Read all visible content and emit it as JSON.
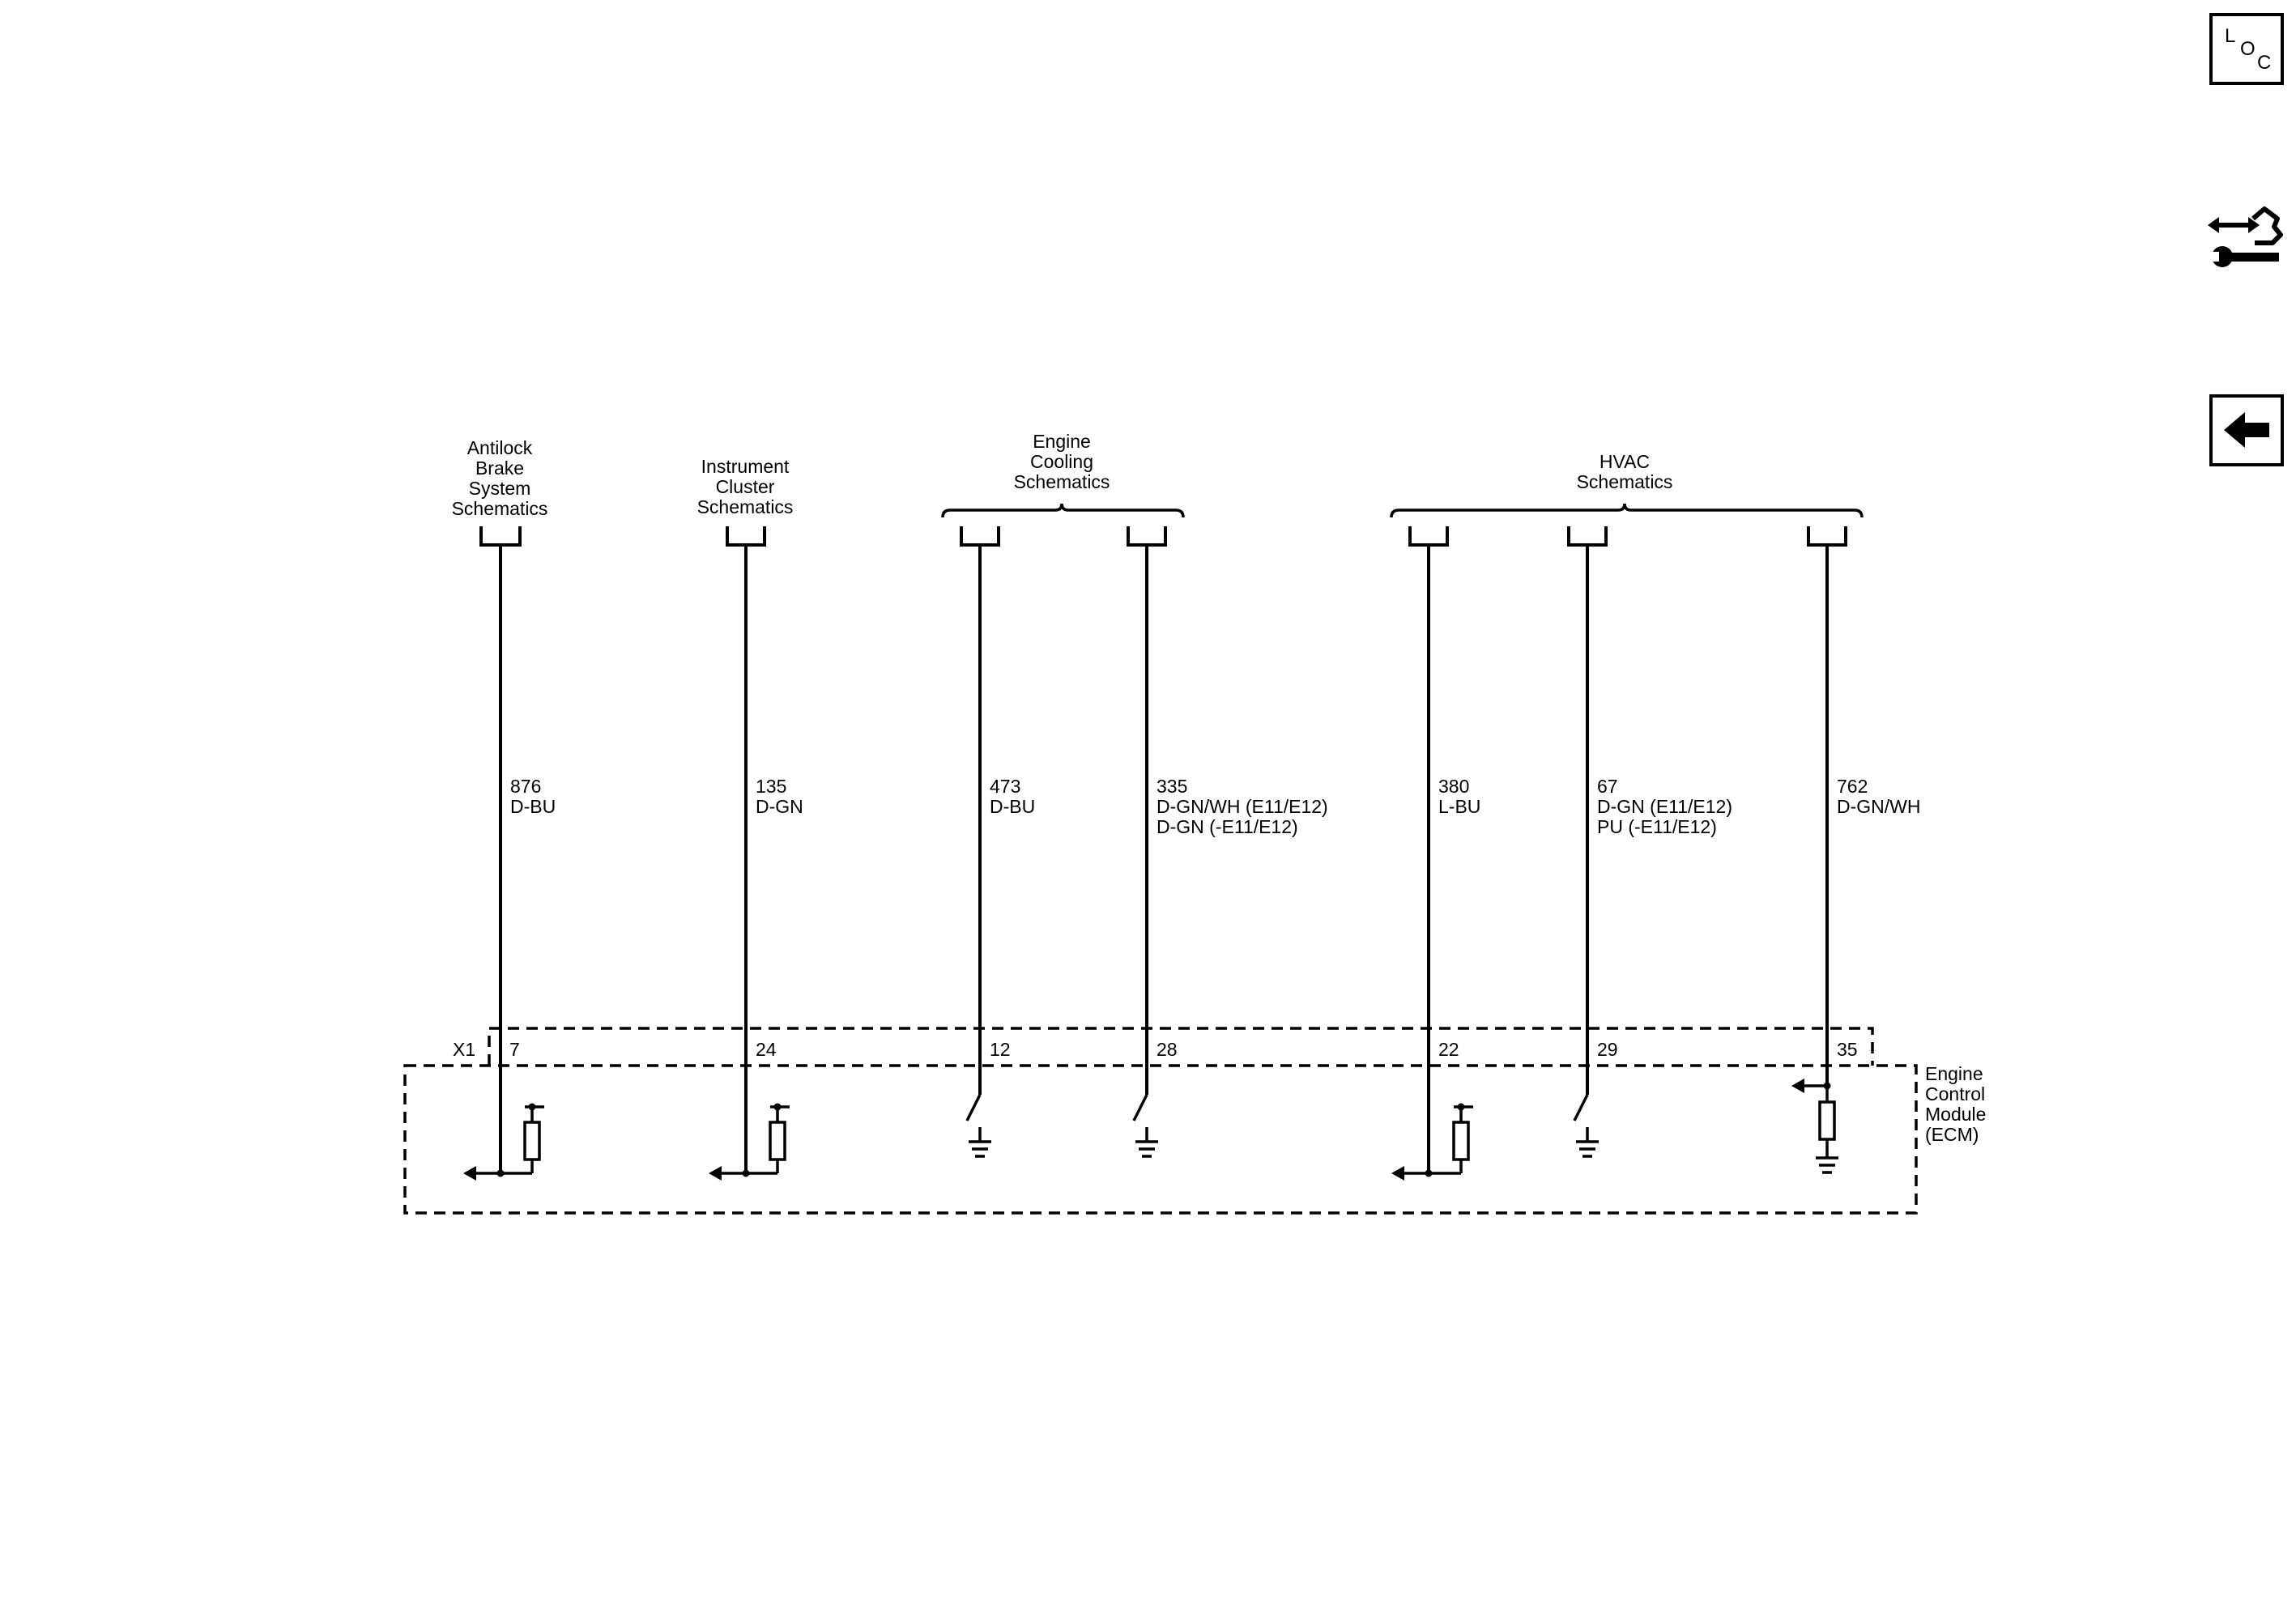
{
  "toolbar": {
    "loc_button": {
      "letters": [
        "L",
        "O",
        "C"
      ],
      "icon": "loc-icon"
    },
    "service_button": {
      "icon": "connector-wrench-icon"
    },
    "back_button": {
      "icon": "arrow-left-icon"
    }
  },
  "groups": {
    "abs": [
      "Antilock",
      "Brake",
      "System",
      "Schematics"
    ],
    "ipc": [
      "Instrument",
      "Cluster",
      "Schematics"
    ],
    "cooling": [
      "Engine",
      "Cooling",
      "Schematics"
    ],
    "hvac": [
      "HVAC",
      "Schematics"
    ]
  },
  "circuits": [
    {
      "lines": [
        "876",
        "D-BU"
      ]
    },
    {
      "lines": [
        "135",
        "D-GN"
      ]
    },
    {
      "lines": [
        "473",
        "D-BU"
      ]
    },
    {
      "lines": [
        "335",
        "D-GN/WH (E11/E12)",
        "D-GN (-E11/E12)"
      ]
    },
    {
      "lines": [
        "380",
        "L-BU"
      ]
    },
    {
      "lines": [
        "67",
        "D-GN (E11/E12)",
        "PU (-E11/E12)"
      ]
    },
    {
      "lines": [
        "762",
        "D-GN/WH"
      ]
    }
  ],
  "connector": {
    "name": "X1",
    "pins": [
      "7",
      "24",
      "12",
      "28",
      "22",
      "29",
      "35"
    ]
  },
  "module": {
    "lines": [
      "Engine",
      "Control",
      "Module",
      "(ECM)"
    ]
  }
}
